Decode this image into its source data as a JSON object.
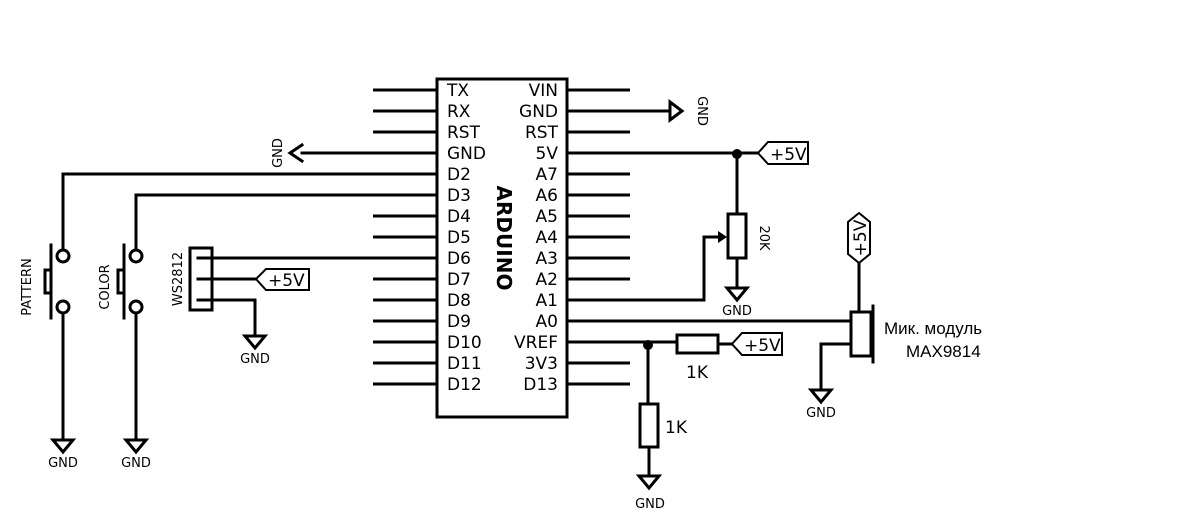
{
  "arduino": {
    "name": "ARDUINO",
    "left_pins": [
      "TX",
      "RX",
      "RST",
      "GND",
      "D2",
      "D3",
      "D4",
      "D5",
      "D6",
      "D7",
      "D8",
      "D9",
      "D10",
      "D11",
      "D12"
    ],
    "right_pins": [
      "VIN",
      "GND",
      "RST",
      "5V",
      "A7",
      "A6",
      "A5",
      "A4",
      "A3",
      "A2",
      "A1",
      "A0",
      "VREF",
      "3V3",
      "D13"
    ]
  },
  "labels": {
    "gnd": "GND",
    "vcc": "+5V",
    "pattern": "PATTERN",
    "color": "COLOR",
    "ws2812": "WS2812",
    "pot": "20K",
    "r1": "1K",
    "r2": "1K",
    "mic_line1": "Мик. модуль",
    "mic_line2": "MAX9814"
  }
}
